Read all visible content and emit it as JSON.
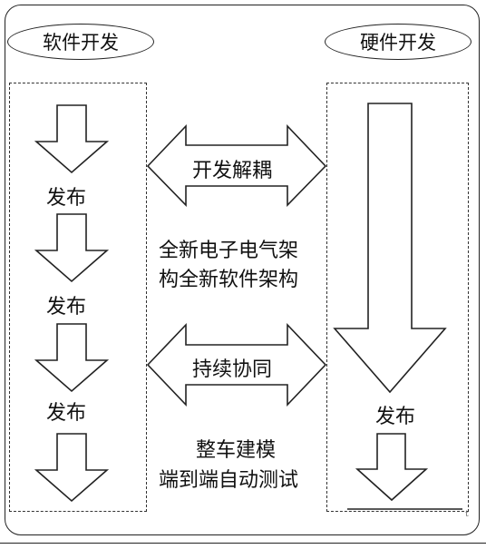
{
  "software": {
    "title": "软件开发",
    "releases": [
      "发布",
      "发布",
      "发布"
    ]
  },
  "hardware": {
    "title": "硬件开发",
    "release": "发布",
    "corner_mark": "t"
  },
  "center": {
    "top_arrow_label": "开发解耦",
    "architecture_lines": [
      "全新电子电气架",
      "构全新软件架构"
    ],
    "bottom_arrow_label": "持续协同",
    "testing_lines": [
      "整车建模",
      "端到端自动测试"
    ]
  }
}
